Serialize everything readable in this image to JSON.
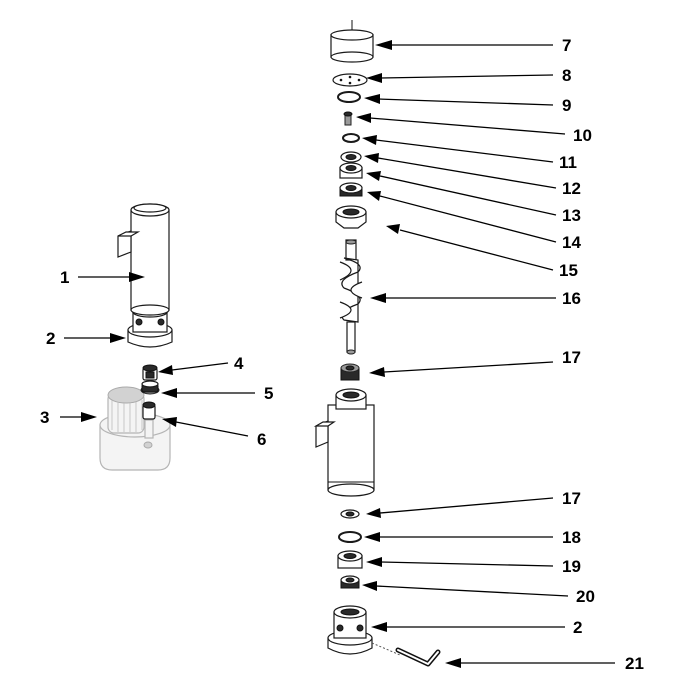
{
  "callouts": [
    {
      "id": "c7",
      "text": "7"
    },
    {
      "id": "c8",
      "text": "8"
    },
    {
      "id": "c9",
      "text": "9"
    },
    {
      "id": "c10",
      "text": "10"
    },
    {
      "id": "c11",
      "text": "11"
    },
    {
      "id": "c12",
      "text": "12"
    },
    {
      "id": "c13",
      "text": "13"
    },
    {
      "id": "c14",
      "text": "14"
    },
    {
      "id": "c15",
      "text": "15"
    },
    {
      "id": "c16",
      "text": "16"
    },
    {
      "id": "c17a",
      "text": "17"
    },
    {
      "id": "c17b",
      "text": "17"
    },
    {
      "id": "c18",
      "text": "18"
    },
    {
      "id": "c19",
      "text": "19"
    },
    {
      "id": "c20",
      "text": "20"
    },
    {
      "id": "c2b",
      "text": "2"
    },
    {
      "id": "c21",
      "text": "21"
    },
    {
      "id": "c1",
      "text": "1"
    },
    {
      "id": "c2a",
      "text": "2"
    },
    {
      "id": "c3",
      "text": "3"
    },
    {
      "id": "c4",
      "text": "4"
    },
    {
      "id": "c5",
      "text": "5"
    },
    {
      "id": "c6",
      "text": "6"
    }
  ]
}
